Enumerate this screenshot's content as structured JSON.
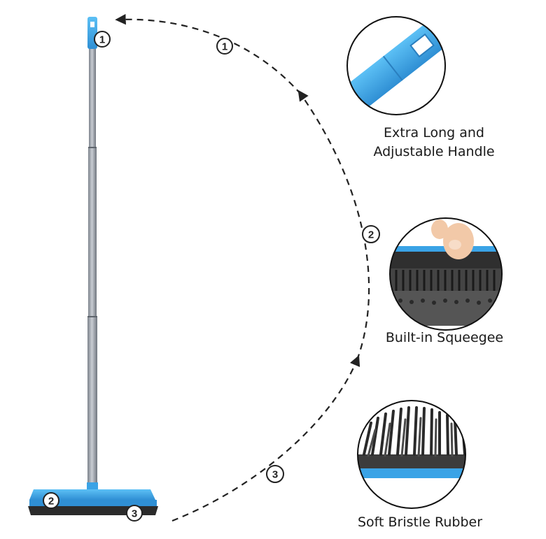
{
  "features": [
    {
      "number": "1",
      "caption_lines": [
        "Extra Long and",
        "Adjustable Handle"
      ]
    },
    {
      "number": "2",
      "caption_lines": [
        "Built-in Squeegee"
      ]
    },
    {
      "number": "3",
      "caption_lines": [
        "Soft Bristle Rubber"
      ]
    }
  ],
  "colors": {
    "accent_blue": "#3aa3e6",
    "pole_gray": "#9ea3ab",
    "rubber_black": "#2b2b2b",
    "arrow_dashes": "#222222",
    "skin": "#f2c9a8"
  },
  "icons": [
    "broom-illustration",
    "handle-closeup-image",
    "squeegee-closeup-image",
    "bristle-closeup-image"
  ]
}
